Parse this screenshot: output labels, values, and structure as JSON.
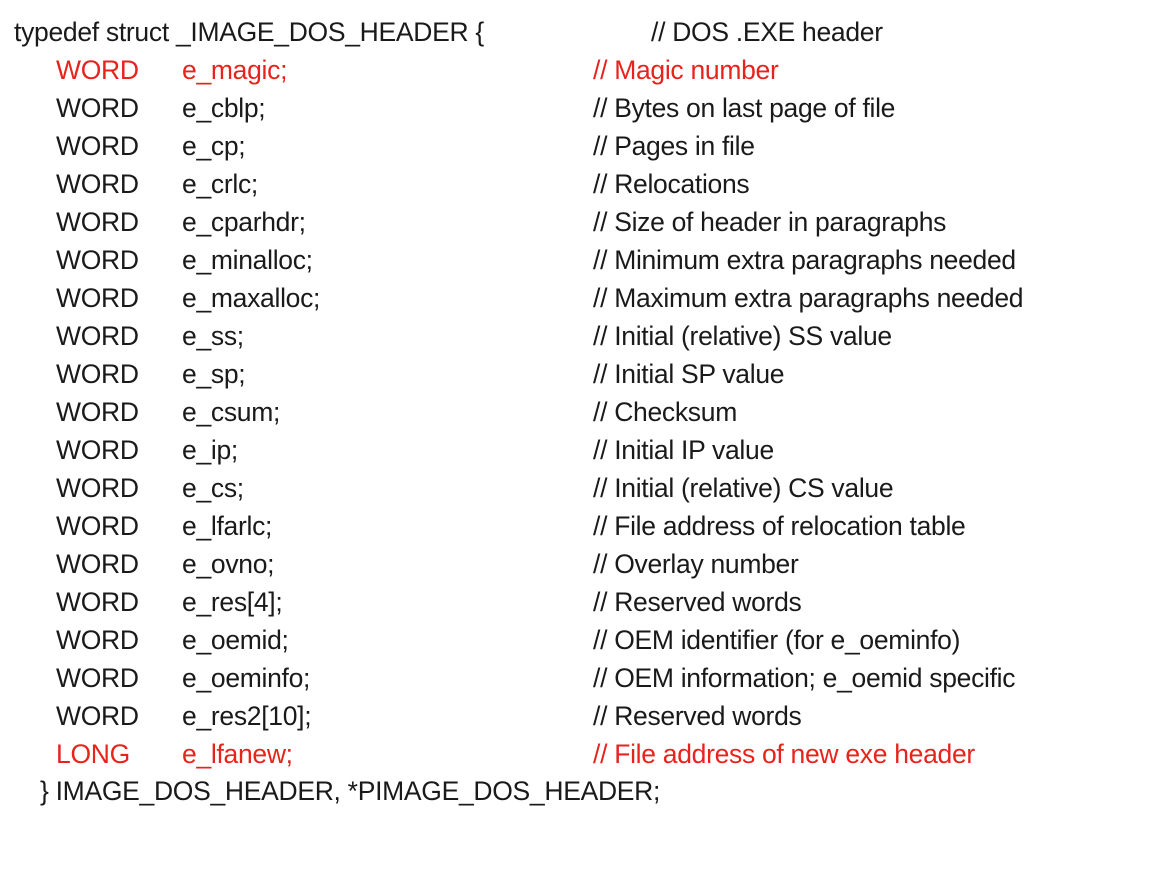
{
  "header": {
    "declaration": "typedef struct _IMAGE_DOS_HEADER {",
    "comment": "// DOS .EXE header"
  },
  "fields": [
    {
      "type": "WORD",
      "name": "e_magic;",
      "comment": "// Magic number",
      "highlight": true
    },
    {
      "type": "WORD",
      "name": "e_cblp;",
      "comment": "// Bytes on last page of file",
      "highlight": false
    },
    {
      "type": "WORD",
      "name": "e_cp;",
      "comment": "// Pages in file",
      "highlight": false
    },
    {
      "type": "WORD",
      "name": "e_crlc;",
      "comment": "// Relocations",
      "highlight": false
    },
    {
      "type": "WORD",
      "name": "e_cparhdr;",
      "comment": "// Size of header in paragraphs",
      "highlight": false
    },
    {
      "type": "WORD",
      "name": "e_minalloc;",
      "comment": "// Minimum extra paragraphs needed",
      "highlight": false
    },
    {
      "type": "WORD",
      "name": "e_maxalloc;",
      "comment": "// Maximum extra paragraphs needed",
      "highlight": false
    },
    {
      "type": "WORD",
      "name": "e_ss;",
      "comment": "// Initial (relative) SS value",
      "highlight": false
    },
    {
      "type": "WORD",
      "name": "e_sp;",
      "comment": "// Initial SP value",
      "highlight": false
    },
    {
      "type": "WORD",
      "name": "e_csum;",
      "comment": "// Checksum",
      "highlight": false
    },
    {
      "type": "WORD",
      "name": "e_ip;",
      "comment": "// Initial IP value",
      "highlight": false
    },
    {
      "type": "WORD",
      "name": "e_cs;",
      "comment": "// Initial (relative) CS value",
      "highlight": false
    },
    {
      "type": "WORD",
      "name": "e_lfarlc;",
      "comment": "// File address of relocation table",
      "highlight": false
    },
    {
      "type": "WORD",
      "name": "e_ovno;",
      "comment": "// Overlay number",
      "highlight": false
    },
    {
      "type": "WORD",
      "name": "e_res[4];",
      "comment": "// Reserved words",
      "highlight": false
    },
    {
      "type": "WORD",
      "name": "e_oemid;",
      "comment": "// OEM identifier (for e_oeminfo)",
      "highlight": false
    },
    {
      "type": "WORD",
      "name": "e_oeminfo;",
      "comment": "// OEM information; e_oemid specific",
      "highlight": false
    },
    {
      "type": "WORD",
      "name": "e_res2[10];",
      "comment": "// Reserved words",
      "highlight": false
    },
    {
      "type": "LONG",
      "name": "e_lfanew;",
      "comment": "// File address of new exe header",
      "highlight": true
    }
  ],
  "footer": {
    "closing": "} IMAGE_DOS_HEADER, *PIMAGE_DOS_HEADER;"
  },
  "colors": {
    "text": "#1a1a1a",
    "highlight": "#e8231e",
    "background": "#ffffff"
  }
}
